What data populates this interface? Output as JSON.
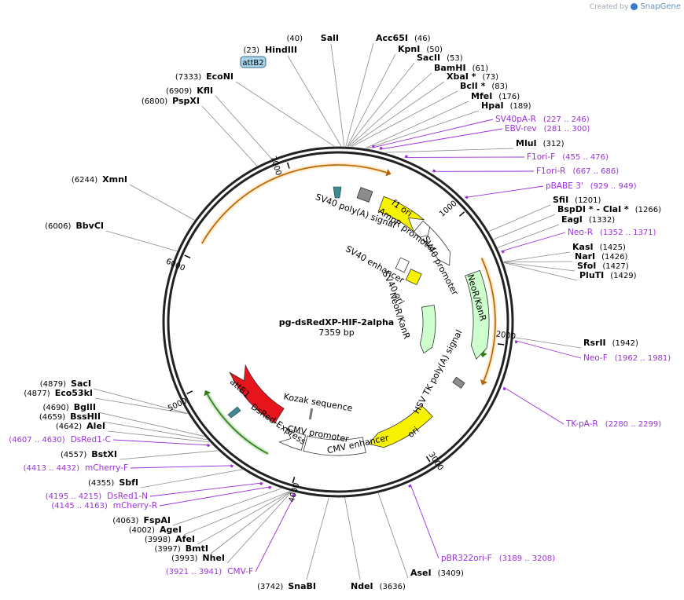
{
  "credit": {
    "created_by": "Created by",
    "brand": "SnapGene"
  },
  "title": "pg-dsRedXP-HIF-2alpha",
  "length": "7359 bp",
  "tag": "attB2",
  "sites": [
    {
      "name": "SalI",
      "pos": "(40)"
    },
    {
      "name": "HindIII",
      "pos": "(23)"
    },
    {
      "name": "Acc65I",
      "pos": "(46)"
    },
    {
      "name": "KpnI",
      "pos": "(50)"
    },
    {
      "name": "SacII",
      "pos": "(53)"
    },
    {
      "name": "BamHI",
      "pos": "(61)"
    },
    {
      "name": "XbaI *",
      "pos": "(73)"
    },
    {
      "name": "BclI *",
      "pos": "(83)"
    },
    {
      "name": "MfeI",
      "pos": "(176)"
    },
    {
      "name": "HpaI",
      "pos": "(189)"
    },
    {
      "name": "MluI",
      "pos": "(312)"
    },
    {
      "name": "SfiI",
      "pos": "(1201)"
    },
    {
      "name": "BspDI * - ClaI *",
      "pos": "(1266)"
    },
    {
      "name": "EagI",
      "pos": "(1332)"
    },
    {
      "name": "KasI",
      "pos": "(1425)"
    },
    {
      "name": "NarI",
      "pos": "(1426)"
    },
    {
      "name": "SfoI",
      "pos": "(1427)"
    },
    {
      "name": "PluTI",
      "pos": "(1429)"
    },
    {
      "name": "RsrII",
      "pos": "(1942)"
    },
    {
      "name": "AseI",
      "pos": "(3409)"
    },
    {
      "name": "NdeI",
      "pos": "(3636)"
    },
    {
      "name": "SnaBI",
      "pos": "(3742)"
    },
    {
      "name": "NheI",
      "pos": "(3993)"
    },
    {
      "name": "BmtI",
      "pos": "(3997)"
    },
    {
      "name": "AfeI",
      "pos": "(3998)"
    },
    {
      "name": "AgeI",
      "pos": "(4002)"
    },
    {
      "name": "FspAI",
      "pos": "(4063)"
    },
    {
      "name": "SbfI",
      "pos": "(4355)"
    },
    {
      "name": "BstXI",
      "pos": "(4557)"
    },
    {
      "name": "AleI",
      "pos": "(4642)"
    },
    {
      "name": "BssHII",
      "pos": "(4659)"
    },
    {
      "name": "BglII",
      "pos": "(4690)"
    },
    {
      "name": "Eco53kI",
      "pos": "(4877)"
    },
    {
      "name": "SacI",
      "pos": "(4879)"
    },
    {
      "name": "BbvCI",
      "pos": "(6006)"
    },
    {
      "name": "XmnI",
      "pos": "(6244)"
    },
    {
      "name": "PspXI",
      "pos": "(6800)"
    },
    {
      "name": "KflI",
      "pos": "(6909)"
    },
    {
      "name": "EcoNI",
      "pos": "(7333)"
    }
  ],
  "primers": [
    {
      "name": "SV40pA-R",
      "pos": "(227 .. 246)"
    },
    {
      "name": "EBV-rev",
      "pos": "(281 .. 300)"
    },
    {
      "name": "F1ori-F",
      "pos": "(455 .. 476)"
    },
    {
      "name": "F1ori-R",
      "pos": "(667 .. 686)"
    },
    {
      "name": "pBABE 3'",
      "pos": "(929 .. 949)"
    },
    {
      "name": "Neo-R",
      "pos": "(1352 .. 1371)"
    },
    {
      "name": "Neo-F",
      "pos": "(1962 .. 1981)"
    },
    {
      "name": "TK-pA-R",
      "pos": "(2280 .. 2299)"
    },
    {
      "name": "pBR322ori-F",
      "pos": "(3189 .. 3208)"
    },
    {
      "name": "CMV-F",
      "pos": "(3921 .. 3941)"
    },
    {
      "name": "mCherry-R",
      "pos": "(4145 .. 4163)"
    },
    {
      "name": "DsRed1-N",
      "pos": "(4195 .. 4215)"
    },
    {
      "name": "mCherry-F",
      "pos": "(4413 .. 4432)"
    },
    {
      "name": "DsRed1-C",
      "pos": "(4607 .. 4630)"
    }
  ],
  "features": [
    "SV40 poly(A) signal",
    "f1 ori",
    "AmpR promoter",
    "SV40 promoter",
    "SV40 enhancer",
    "SV40 ori",
    "NeoR/KanR",
    "NeoR/KanR",
    "HSV TK poly(A) signal",
    "ori",
    "Kozak sequence",
    "CMV promoter",
    "CMV enhancer",
    "DsRed-Express",
    "attB1"
  ],
  "ticks": [
    "1000",
    "2000",
    "3000",
    "4000",
    "5000",
    "6000",
    "7000"
  ],
  "colors": {
    "primer": "#9b30d9",
    "orange": "#f5a623",
    "green": "#3a9a1e",
    "red": "#e8141b",
    "yellow": "#f6f200",
    "mint": "#ccffcc",
    "gray": "#8c8c8c",
    "teal": "#3d8a93",
    "tag_fill": "#a7d2e8"
  }
}
